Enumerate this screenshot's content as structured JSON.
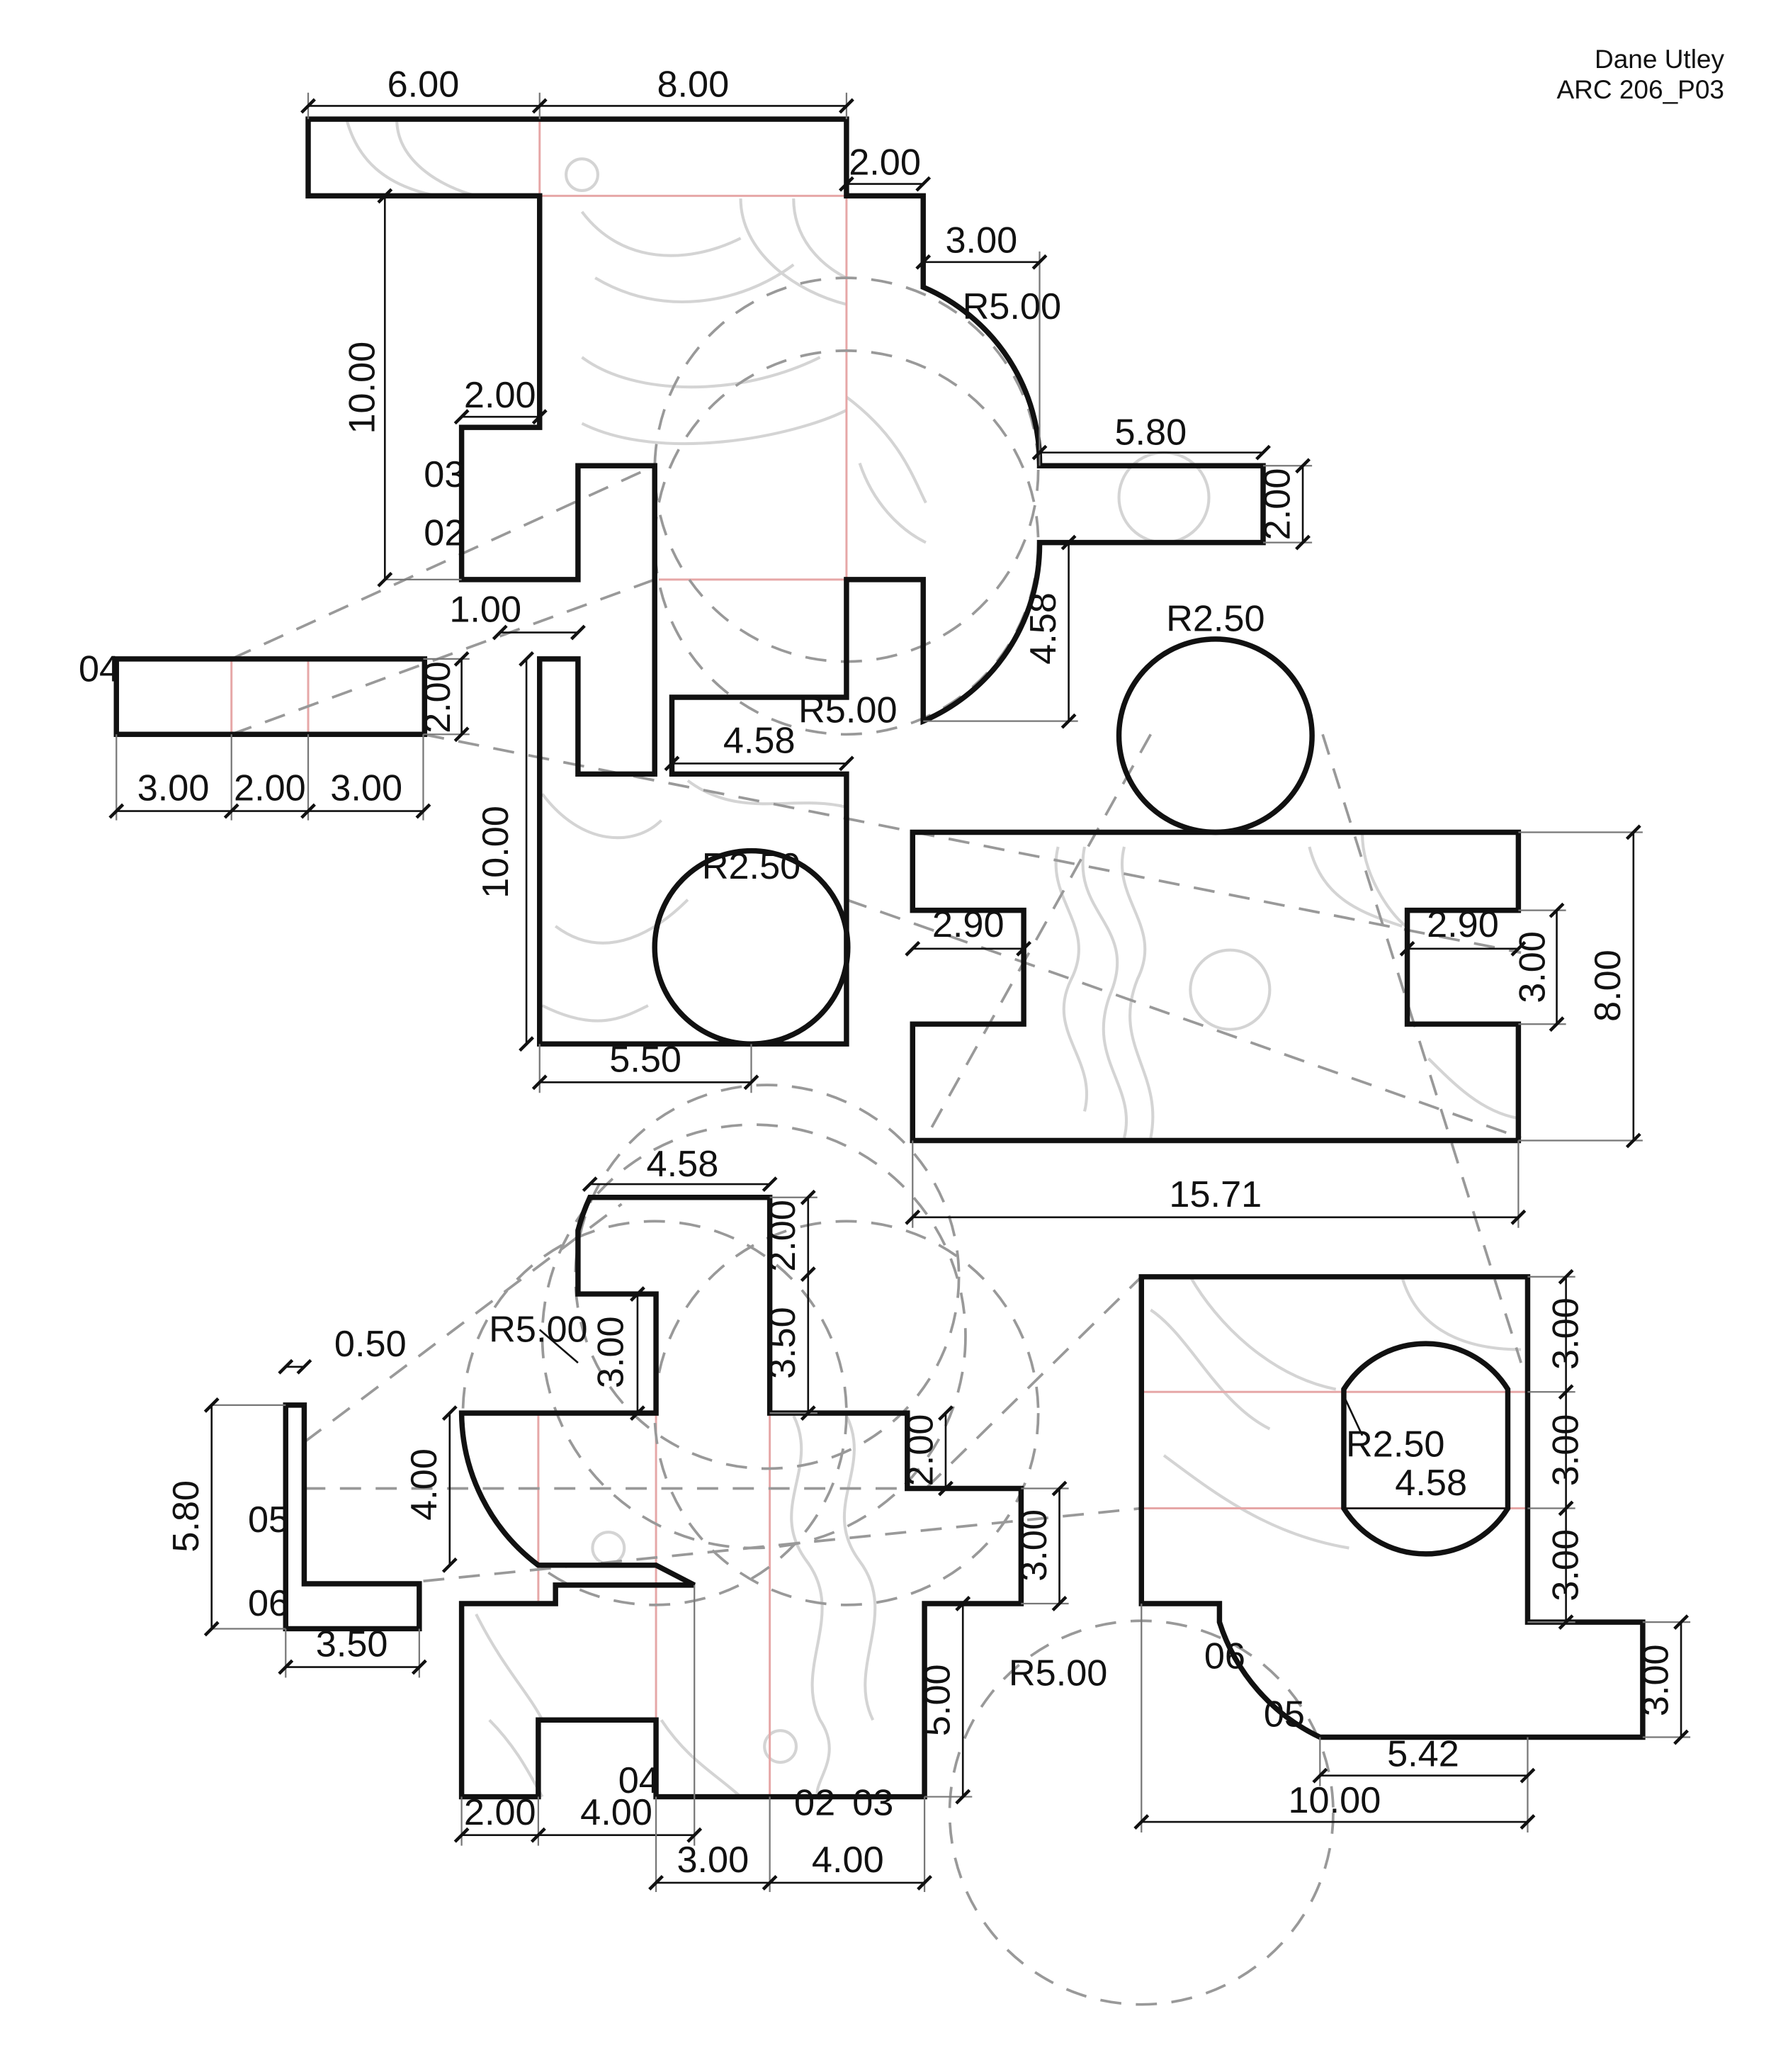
{
  "title_block": {
    "author": "Dane Utley",
    "project": "ARC 206_P03"
  },
  "labels": {
    "d_600": "6.00",
    "d_800": "8.00",
    "d_200_top": "2.00",
    "d_300_top": "3.00",
    "r500_top": "R5.00",
    "d_1000_left": "10.00",
    "d_200_notch": "2.00",
    "p03_a": "03",
    "p02_a": "02",
    "d_580": "5.80",
    "d_200_arm": "2.00",
    "d_100": "1.00",
    "d_458_vert": "4.58",
    "r250_top": "R2.50",
    "p04_a": "04",
    "d_200_bar": "2.00",
    "d_300_bar_l": "3.00",
    "d_200_bar_m": "2.00",
    "d_300_bar_r": "3.00",
    "r500_mid": "R5.00",
    "d_458_mid": "4.58",
    "d_1000_mid": "10.00",
    "r250_mid": "R2.50",
    "d_550": "5.50",
    "d_290_l": "2.90",
    "d_290_r": "2.90",
    "d_300_slot": "3.00",
    "d_800_vert": "8.00",
    "d_1571": "15.71",
    "d_458_bot": "4.58",
    "d_200_bot": "2.00",
    "r500_bot": "R5.00",
    "d_300_bot": "3.00",
    "d_350_bot": "3.50",
    "d_050": "0.50",
    "d_580_bot": "5.80",
    "p05_a": "05",
    "p06_a": "06",
    "d_350_l": "3.50",
    "d_400_arc": "4.00",
    "d_200_step": "2.00",
    "d_300_step": "3.00",
    "d_500_bot": "5.00",
    "p04_b": "04",
    "p02_b": "02",
    "p03_b": "03",
    "d_200_b1": "2.00",
    "d_400_b1": "4.00",
    "d_300_b2": "3.00",
    "d_400_b2": "4.00",
    "d_300_r1": "3.00",
    "d_300_r2": "3.00",
    "d_300_r3": "3.00",
    "r250_br": "R2.50",
    "d_458_br": "4.58",
    "r500_br": "R5.00",
    "p06_b": "06",
    "p05_b": "05",
    "d_542": "5.42",
    "d_1000_br": "10.00",
    "d_300_br": "3.00"
  }
}
